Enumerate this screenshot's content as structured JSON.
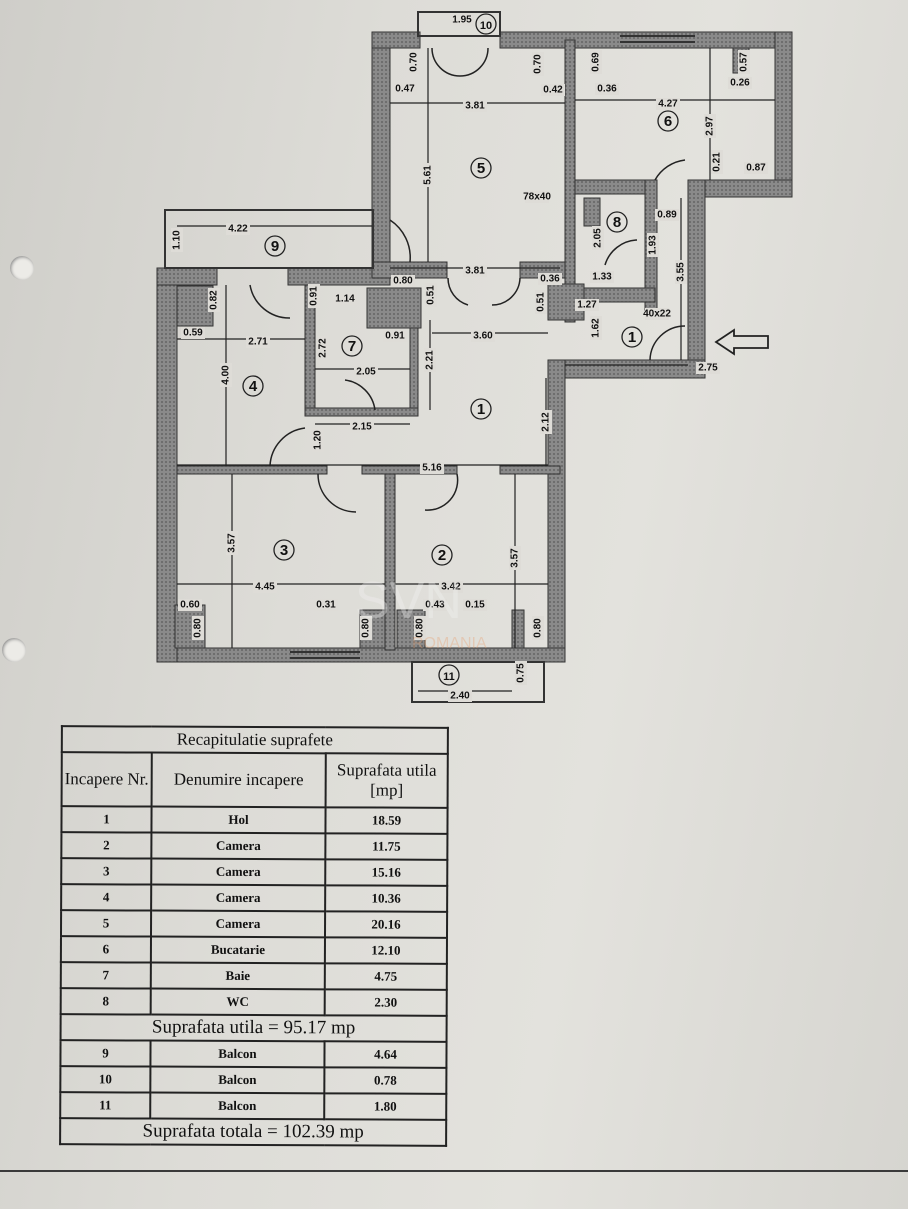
{
  "plan": {
    "room_numbers": [
      "1",
      "1",
      "2",
      "3",
      "4",
      "5",
      "6",
      "7",
      "8",
      "9",
      "10",
      "11"
    ],
    "dimensions": [
      "1.95",
      "0.70",
      "0.47",
      "0.70",
      "0.42",
      "0.69",
      "0.36",
      "0.57",
      "0.26",
      "3.81",
      "4.27",
      "2.97",
      "0.21",
      "0.87",
      "5.61",
      "78x40",
      "0.89",
      "2.05",
      "1.93",
      "4.22",
      "1.10",
      "3.81",
      "0.36",
      "1.33",
      "0.80",
      "0.51",
      "0.51",
      "1.14",
      "0.91",
      "1.27",
      "40x22",
      "0.82",
      "0.59",
      "0.91",
      "3.60",
      "1.62",
      "3.55",
      "2.71",
      "2.72",
      "2.21",
      "2.75",
      "4.00",
      "2.05",
      "2.15",
      "2.12",
      "1.20",
      "5.16",
      "3.57",
      "3.57",
      "4.45",
      "3.42",
      "0.60",
      "0.31",
      "0.43",
      "0.15",
      "0.80",
      "0.80",
      "0.80",
      "0.80",
      "2.40",
      "0.75"
    ],
    "entrance_arrow_icon": "arrow-left-icon",
    "watermark": "SVN ROMANIA",
    "wall_color": "#6f6f6f"
  },
  "table": {
    "title": "Recapitulatie suprafete",
    "headers": [
      "Incapere Nr.",
      "Denumire incapere",
      "Suprafata utila [mp]"
    ],
    "rows": [
      {
        "nr": "1",
        "name": "Hol",
        "area": "18.59"
      },
      {
        "nr": "2",
        "name": "Camera",
        "area": "11.75"
      },
      {
        "nr": "3",
        "name": "Camera",
        "area": "15.16"
      },
      {
        "nr": "4",
        "name": "Camera",
        "area": "10.36"
      },
      {
        "nr": "5",
        "name": "Camera",
        "area": "20.16"
      },
      {
        "nr": "6",
        "name": "Bucatarie",
        "area": "12.10"
      },
      {
        "nr": "7",
        "name": "Baie",
        "area": "4.75"
      },
      {
        "nr": "8",
        "name": "WC",
        "area": "2.30"
      }
    ],
    "subtotal": "Suprafata utila = 95.17 mp",
    "balcony_rows": [
      {
        "nr": "9",
        "name": "Balcon",
        "area": "4.64"
      },
      {
        "nr": "10",
        "name": "Balcon",
        "area": "0.78"
      },
      {
        "nr": "11",
        "name": "Balcon",
        "area": "1.80"
      }
    ],
    "total": "Suprafata totala = 102.39 mp"
  }
}
